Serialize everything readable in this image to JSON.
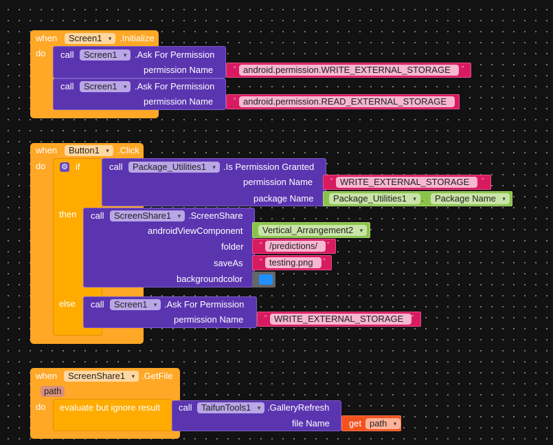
{
  "blocks": {
    "init": {
      "when": "when",
      "component": "Screen1",
      "event": ".Initialize",
      "do": "do",
      "calls": [
        {
          "call": "call",
          "component": "Screen1",
          "method": ".Ask For Permission",
          "param": "permission Name",
          "value": "android.permission.WRITE_EXTERNAL_STORAGE"
        },
        {
          "call": "call",
          "component": "Screen1",
          "method": ".Ask For Permission",
          "param": "permission Name",
          "value": "android.permission.READ_EXTERNAL_STORAGE"
        }
      ]
    },
    "click": {
      "when": "when",
      "component": "Button1",
      "event": ".Click",
      "do": "do",
      "if_label": "if",
      "then_label": "then",
      "else_label": "else",
      "condition": {
        "call": "call",
        "component": "Package_Utilities1",
        "method": ".Is Permission Granted",
        "param1": "permission Name",
        "value1": "WRITE_EXTERNAL_STORAGE",
        "param2": "package Name",
        "value2_component": "Package_Utilities1",
        "value2_dot": ".",
        "value2_prop": "Package Name"
      },
      "then_call": {
        "call": "call",
        "component": "ScreenShare1",
        "method": ".ScreenShare",
        "p1": "androidViewComponent",
        "v1": "Vertical_Arrangement2",
        "p2": "folder",
        "v2": "/predictions/",
        "p3": "saveAs",
        "v3": "testing.png",
        "p4": "backgroundcolor",
        "v4_color": "#1e90ff"
      },
      "else_call": {
        "call": "call",
        "component": "Screen1",
        "method": ".Ask For Permission",
        "param": "permission Name",
        "value": "WRITE_EXTERNAL_STORAGE"
      }
    },
    "getfile": {
      "when": "when",
      "component": "ScreenShare1",
      "event": ".GetFile",
      "param": "path",
      "do": "do",
      "evaluate": "evaluate but ignore result",
      "call": {
        "call": "call",
        "component": "TaifunTools1",
        "method": ".GalleryRefresh",
        "param": "file Name",
        "get": "get",
        "get_var": "path"
      }
    }
  }
}
